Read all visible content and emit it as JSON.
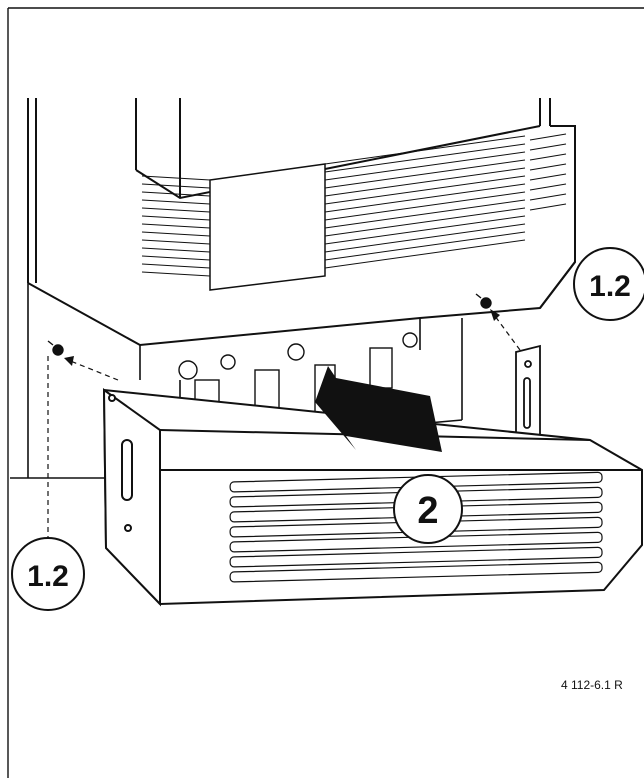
{
  "callouts": {
    "pin_right": "1.2",
    "pin_left": "1.2",
    "cover": "2"
  },
  "figure_ref": "4 112-6.1 R",
  "colors": {
    "line": "#111111",
    "paper": "#ffffff",
    "shade": "#cfcfcf",
    "arrow": "#111111"
  }
}
